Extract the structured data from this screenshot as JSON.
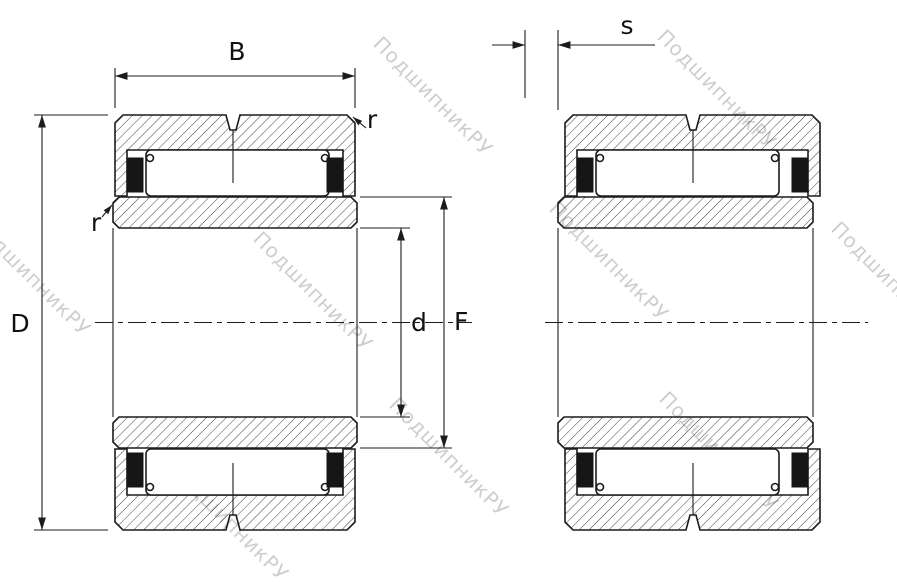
{
  "colors": {
    "line": "#1c1c1c",
    "label": "#111111",
    "watermark": "#c6c6c6",
    "background": "#ffffff"
  },
  "dimensions": {
    "width_label": "B",
    "outer_diameter_label": "D",
    "bore_diameter_label": "d",
    "raceway_diameter_label": "F",
    "axial_displacement_label": "s",
    "corner_radius_label": "r"
  },
  "watermark": {
    "text": "ПодшипникРУ"
  }
}
